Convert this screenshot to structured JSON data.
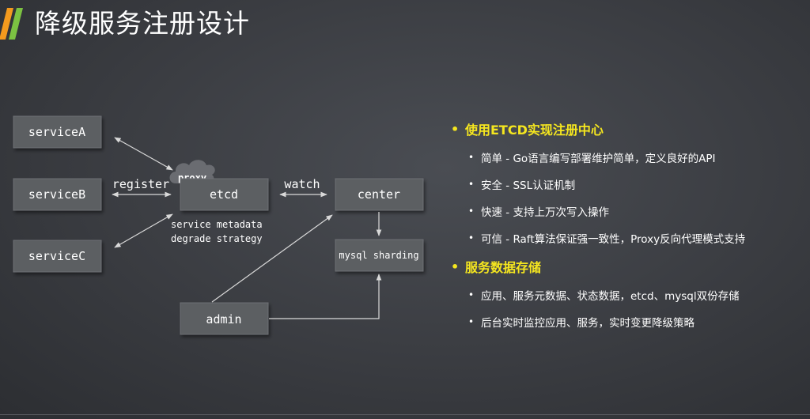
{
  "page": {
    "title": "降级服务注册设计"
  },
  "diagram": {
    "nodes": {
      "serviceA": "serviceA",
      "serviceB": "serviceB",
      "serviceC": "serviceC",
      "etcd": "etcd",
      "center": "center",
      "mysql_sharding": "mysql sharding",
      "admin": "admin"
    },
    "cloud_label": "proxy",
    "edge_labels": {
      "register": "register",
      "watch": "watch"
    },
    "etcd_notes": [
      "service metadata",
      "degrade strategy"
    ]
  },
  "bullets": [
    {
      "heading": "使用ETCD实现注册中心",
      "items": [
        "简单 - Go语言编写部署维护简单，定义良好的API",
        "安全 - SSL认证机制",
        "快速 - 支持上万次写入操作",
        "可信 - Raft算法保证强一致性，Proxy反向代理模式支持"
      ]
    },
    {
      "heading": "服务数据存储",
      "items": [
        "应用、服务元数据、状态数据，etcd、mysql双份存储",
        "后台实时监控应用、服务，实时变更降级策略"
      ]
    }
  ],
  "colors": {
    "heading": "#f5e61f",
    "box_fill": "#5c5e62",
    "stripe_orange": "#f39a1e",
    "stripe_green": "#7cc242"
  }
}
